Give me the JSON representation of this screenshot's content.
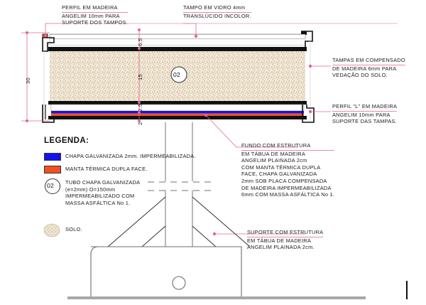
{
  "drawing": {
    "title": "Corte construtivo - canteiro elevado",
    "colors": {
      "leader": "#e0669b",
      "underline": "#e58ab0",
      "galvanized_sheet": "#1313ee",
      "thermal_blanket": "#f4511e",
      "soil_hatch": "#d8b98a",
      "outline": "#111111",
      "ground_line": "#9a9a9a"
    }
  },
  "annotations": [
    {
      "name": "perfil-em-madeira-top",
      "lines": [
        "PERFIL EM MADEIRA",
        "ANGELIM 10mm PARA",
        "SUPORTE DOS TAMPOS."
      ]
    },
    {
      "name": "tampo-em-vidro",
      "lines": [
        "TAMPO EM VIDRO 4mm",
        "TRANSLÚCIDO INCOLOR."
      ]
    },
    {
      "name": "tampas-em-compensado",
      "lines": [
        "TAMPAS EM COMPENSADO",
        "DE MADEIRA 6mm PARA",
        "VEDAÇÃO DO SOLO."
      ]
    },
    {
      "name": "perfil-l-em-madeira",
      "lines": [
        "PERFIL \"L\" EM MADEIRA",
        "ANGELIM 10mm PARA",
        "SUPORTE DAS TAMPAS."
      ]
    },
    {
      "name": "fundo-com-estrutura",
      "lines": [
        "FUNDO COM ESTRUTURA",
        "EM TÁBUA DE MADEIRA",
        "ANGELIM PLAINADA 2cm",
        "COM MANTA TÉRMICA DUPLA",
        "FACE, CHAPA GALVANIZADA",
        "2mm SOB PLACA COMPENSADA",
        "DE MADEIRA IMPERMEABILIZADA",
        "6mm COM MASSA ASFÁLTICA No 1."
      ]
    },
    {
      "name": "suporte-com-estrutura",
      "lines": [
        "SUPORTE COM ESTRUTURA",
        "EM TÁBUA DE MADEIRA",
        "ANGELIM PLAINADA 2cm."
      ]
    }
  ],
  "dimensions": {
    "overall_height": "30",
    "stack": [
      "6.5",
      "15",
      "2.5",
      "2"
    ]
  },
  "balloon": {
    "tag": "02"
  },
  "legend": {
    "title": "LEGENDA:",
    "items": [
      {
        "name": "chapa-galvanizada",
        "swatch": "#1313ee",
        "swatch_type": "color",
        "lines": [
          "CHAPA GALVANIZADA 2mm. IMPERMEABILIZADA."
        ]
      },
      {
        "name": "manta-termica",
        "swatch": "#f4511e",
        "swatch_type": "color",
        "lines": [
          "MANTA TÉRMICA DUPLA FACE."
        ]
      },
      {
        "name": "tubo-chapa-galvanizada",
        "swatch": "02",
        "swatch_type": "balloon",
        "lines": [
          "TUBO CHAPA GALVANIZADA",
          "(e=2mm) O=150mm",
          "IMPERMEABILIZADO COM",
          "MASSA ASFÁLTICA No 1."
        ]
      },
      {
        "name": "solo",
        "swatch": "#d8b98a",
        "swatch_type": "hatch",
        "lines": [
          "SOLO."
        ]
      }
    ]
  }
}
